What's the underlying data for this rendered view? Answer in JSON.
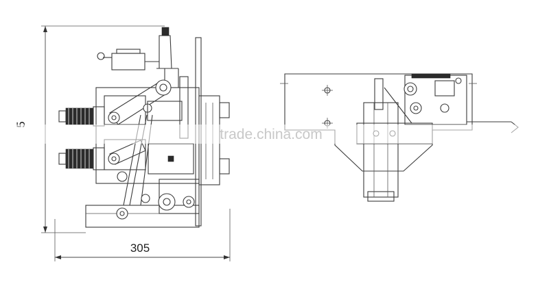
{
  "drawing": {
    "width_dimension": "305",
    "height_dimension_partial": "5"
  },
  "watermark": {
    "text": "trade.china.com"
  }
}
